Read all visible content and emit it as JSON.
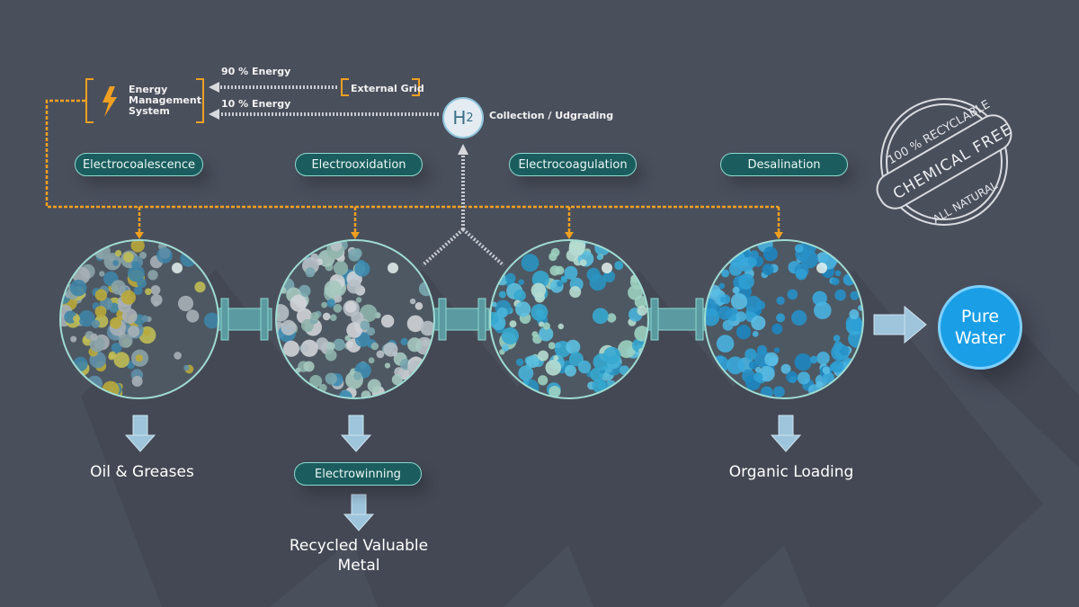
{
  "energy": {
    "system_label_1": "Energy",
    "system_label_2": "Management",
    "system_label_3": "System",
    "energy_90": "90 % Energy",
    "energy_10": "10 % Energy",
    "external_grid": "External Grid"
  },
  "hydrogen": {
    "symbol": "H",
    "subscript": "2",
    "label": "Collection / Udgrading"
  },
  "stages": [
    {
      "label": "Electrocoalescence"
    },
    {
      "label": "Electrooxidation"
    },
    {
      "label": "Electrocoagulation"
    },
    {
      "label": "Desalination"
    }
  ],
  "outputs": {
    "oil": "Oil & Greases",
    "electrowinning": "Electrowinning",
    "metal_line1": "Recycled Valuable",
    "metal_line2": "Metal",
    "organic": "Organic Loading"
  },
  "pure_water": {
    "line1": "Pure",
    "line2": "Water"
  },
  "stamp": {
    "top": "100 % RECYCLABLE",
    "middle": "CHEMICAL FREE",
    "bottom": "ALL NATURAL"
  },
  "colors": {
    "background": "#4a4f5c",
    "orange": "#f0a020",
    "pill": "#1b5d5e",
    "pure_water": "#1a9fe6"
  }
}
